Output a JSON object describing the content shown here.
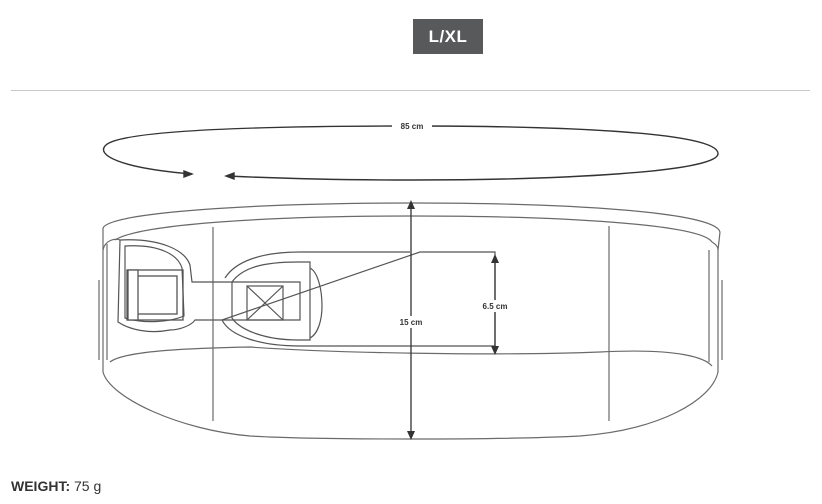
{
  "size_badge": "L/XL",
  "dimensions": {
    "circumference": "85 cm",
    "width": "15 cm",
    "pad_width": "6.5 cm"
  },
  "weight": {
    "label": "WEIGHT:",
    "value": "75 g"
  },
  "colors": {
    "badge_bg": "#58595b",
    "line": "#5a5a5a",
    "arrow": "#333333"
  }
}
